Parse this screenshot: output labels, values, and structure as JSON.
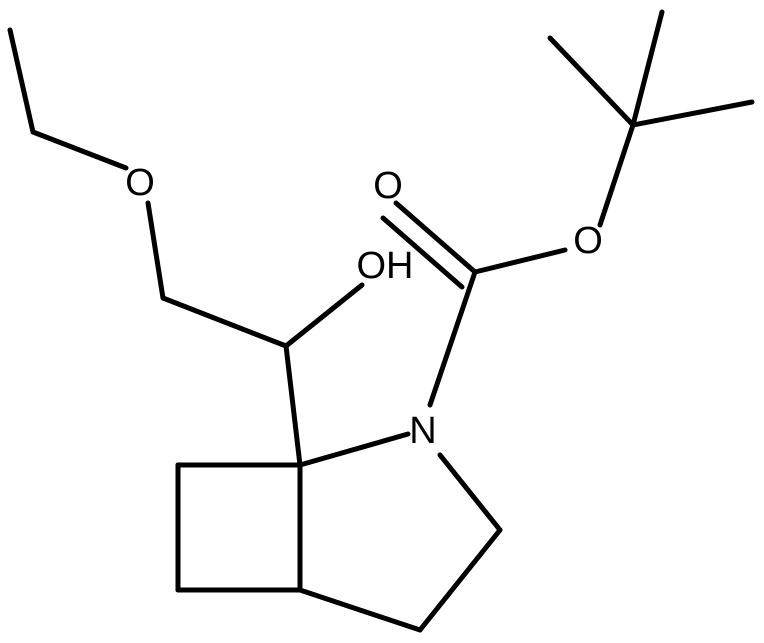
{
  "molecule": {
    "atoms": {
      "oxygen_ether": "O",
      "hydroxyl": "OH",
      "oxygen_carbonyl": "O",
      "oxygen_ester": "O",
      "nitrogen": "N"
    },
    "colors": {
      "bond": "#000000",
      "label": "#000000",
      "background": "#ffffff"
    }
  }
}
